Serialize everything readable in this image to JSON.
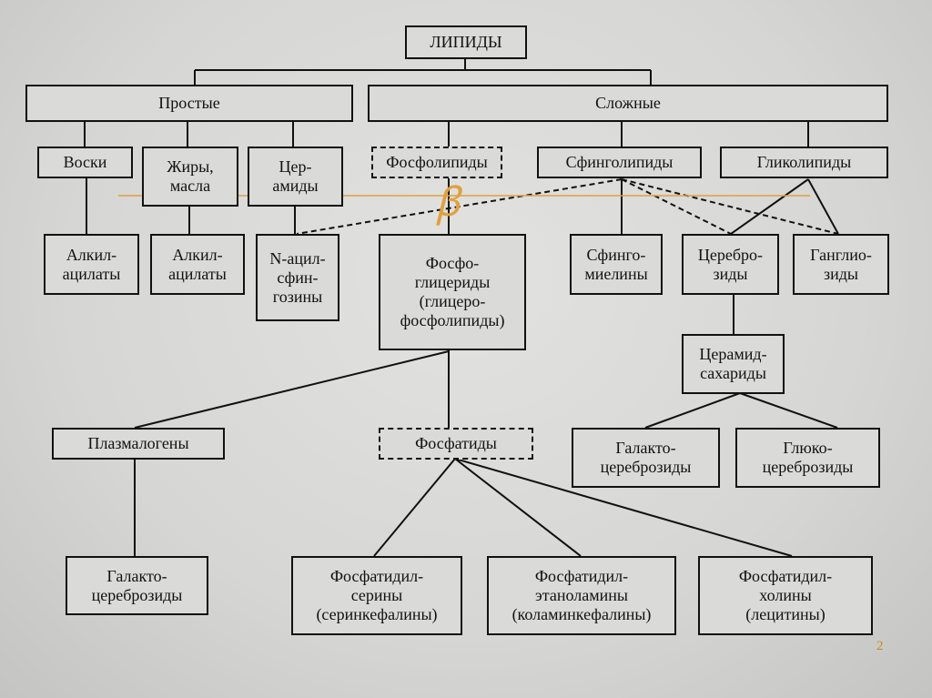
{
  "nodes": {
    "lipids": "ЛИПИДЫ",
    "simple": "Простые",
    "complex": "Сложные",
    "waxes": "Воски",
    "fats": "Жиры,\nмасла",
    "ceramides": "Цер-\nамиды",
    "phospholipids": "Фосфолипиды",
    "sphingolipids": "Сфинголипиды",
    "glycolipids": "Гликолипиды",
    "alkyl1": "Алкил-\nацилаты",
    "alkyl2": "Алкил-\nацилаты",
    "nacyl": "N-ацил-\nсфин-\nгозины",
    "phosphoglycerides": "Фосфо-\nглицериды\n(глицеро-\nфосфолипиды)",
    "sphingomyelins": "Сфинго-\nмиелины",
    "cerebrosides": "Церебро-\nзиды",
    "gangliosides": "Ганглио-\nзиды",
    "ceramide_saccharides": "Церамид-\nсахариды",
    "plasmalogens": "Плазмалогены",
    "phosphatides": "Фосфатиды",
    "galacto_right": "Галакто-\nцереброзиды",
    "gluco": "Глюко-\nцереброзиды",
    "galacto_left": "Галакто-\nцереброзиды",
    "serines": "Фосфатидил-\nсерины\n(серинкефалины)",
    "ethanolamines": "Фосфатидил-\nэтаноламины\n(коламинкефалины)",
    "cholines": "Фосфатидил-\nхолины\n(лецитины)"
  },
  "page_number": "2",
  "colors": {
    "accent": "#e0a040",
    "line": "#111111"
  }
}
